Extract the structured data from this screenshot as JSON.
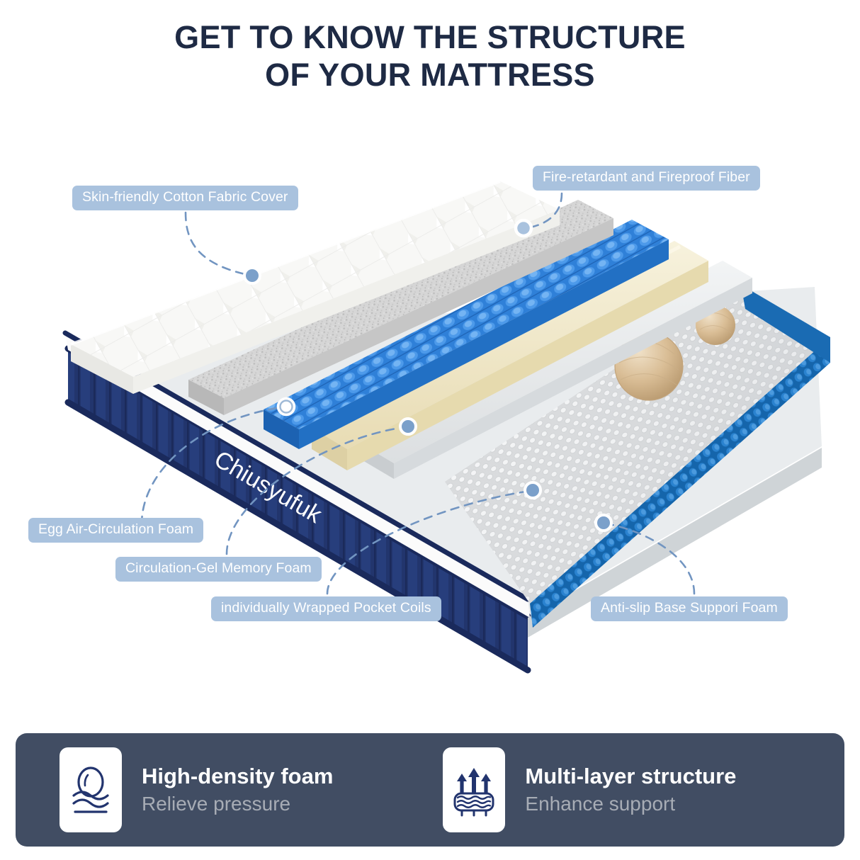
{
  "title": {
    "line1": "GET TO KNOW THE STRUCTURE",
    "line2": "OF YOUR MATTRESS",
    "color": "#1e2a44"
  },
  "brand": {
    "name": "Chiusyufuk"
  },
  "colors": {
    "pill_background": "#a9c2de",
    "pill_text": "#ffffff",
    "connector_line": "#7295c1",
    "connector_dot": "#7ba0ca",
    "feature_bar_background": "#414d63",
    "feature_icon_background": "#ffffff",
    "feature_title": "#ffffff",
    "feature_subtitle": "#a7acb5",
    "mattress_side_navy": "#23356e",
    "cover_white": "#f7f7f5",
    "fiber_gray": "#d2d2d2",
    "egg_foam_blue": "#2f80d8",
    "memory_foam_cream": "#f2ead0",
    "base_foam_gray": "#e4e7e8",
    "pocket_coil_white": "#eef0f1",
    "edge_coil_blue": "#1f6fba",
    "wood_ball": "#d7bb94"
  },
  "callouts": [
    {
      "id": "skin-friendly-cotton-fabric-cover",
      "label": "Skin-friendly Cotton Fabric Cover",
      "layer": "quilted cotton top cover"
    },
    {
      "id": "fire-retardant-and-fireproof-fiber",
      "label": "Fire-retardant and Fireproof Fiber",
      "layer": "gray fireproof fiber sheet"
    },
    {
      "id": "egg-air-circulation-foam",
      "label": "Egg Air-Circulation Foam",
      "layer": "blue egg-crate convoluted foam"
    },
    {
      "id": "circulation-gel-memory-foam",
      "label": "Circulation-Gel Memory Foam",
      "layer": "cream gel memory foam"
    },
    {
      "id": "individually-wrapped-pocket-coils",
      "label": "individually Wrapped Pocket Coils",
      "layer": "white pocket coil unit"
    },
    {
      "id": "anti-slip-base-suppori-foam",
      "label": "Anti-slip Base Suppori Foam",
      "layer": "base support foam"
    }
  ],
  "features": [
    {
      "icon": "ball-on-waves-icon",
      "title": "High-density foam",
      "subtitle": "Relieve pressure"
    },
    {
      "icon": "upward-arrows-layers-icon",
      "title": "Multi-layer structure",
      "subtitle": "Enhance support"
    }
  ]
}
